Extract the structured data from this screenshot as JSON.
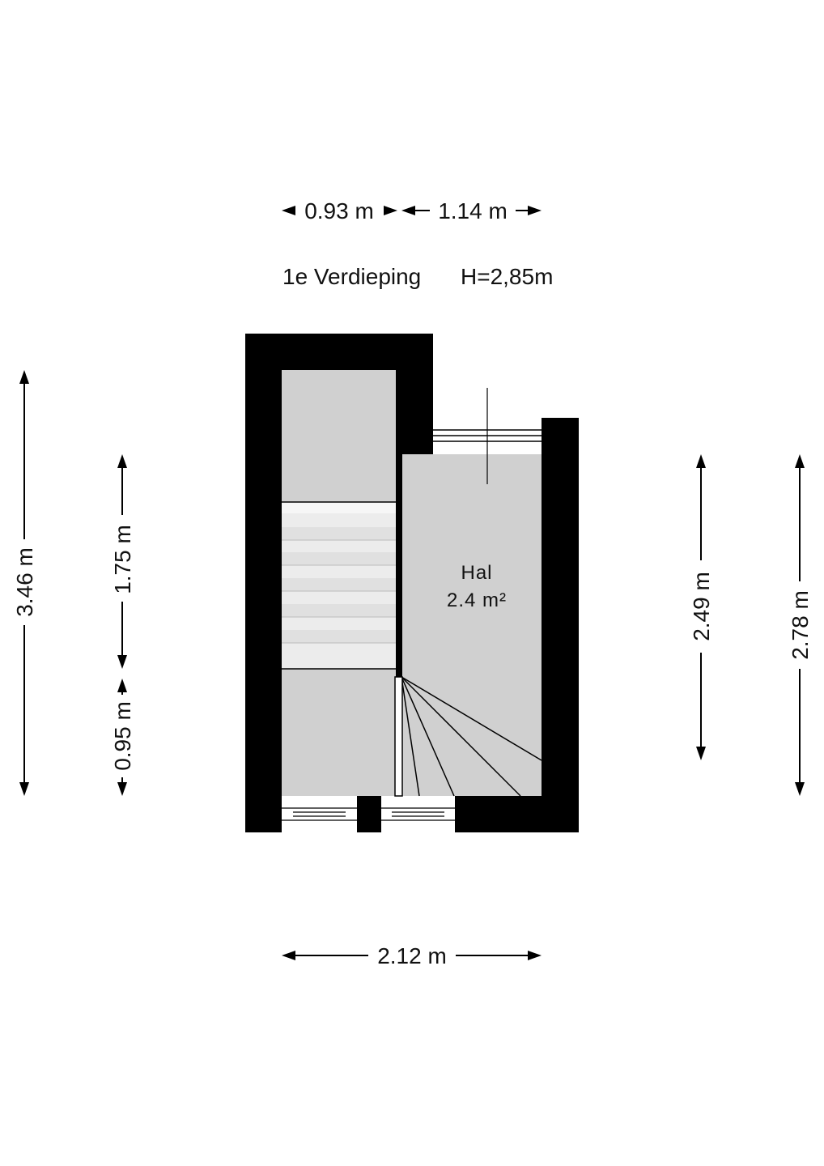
{
  "title": {
    "floor": "1e Verdieping",
    "height": "H=2,85m"
  },
  "rooms": [
    {
      "name": "Hal",
      "area": "2.4 m²"
    }
  ],
  "dimensions": {
    "top_left": "0.93 m",
    "top_right": "1.14 m",
    "bottom": "2.12 m",
    "left_outer": "3.46 m",
    "left_upper": "1.75 m",
    "left_lower": "0.95 m",
    "right_inner": "2.49 m",
    "right_outer": "2.78 m"
  },
  "colors": {
    "wall": "#000000",
    "floor": "#d0d0d0",
    "stair": "#ececec",
    "background": "#ffffff"
  }
}
